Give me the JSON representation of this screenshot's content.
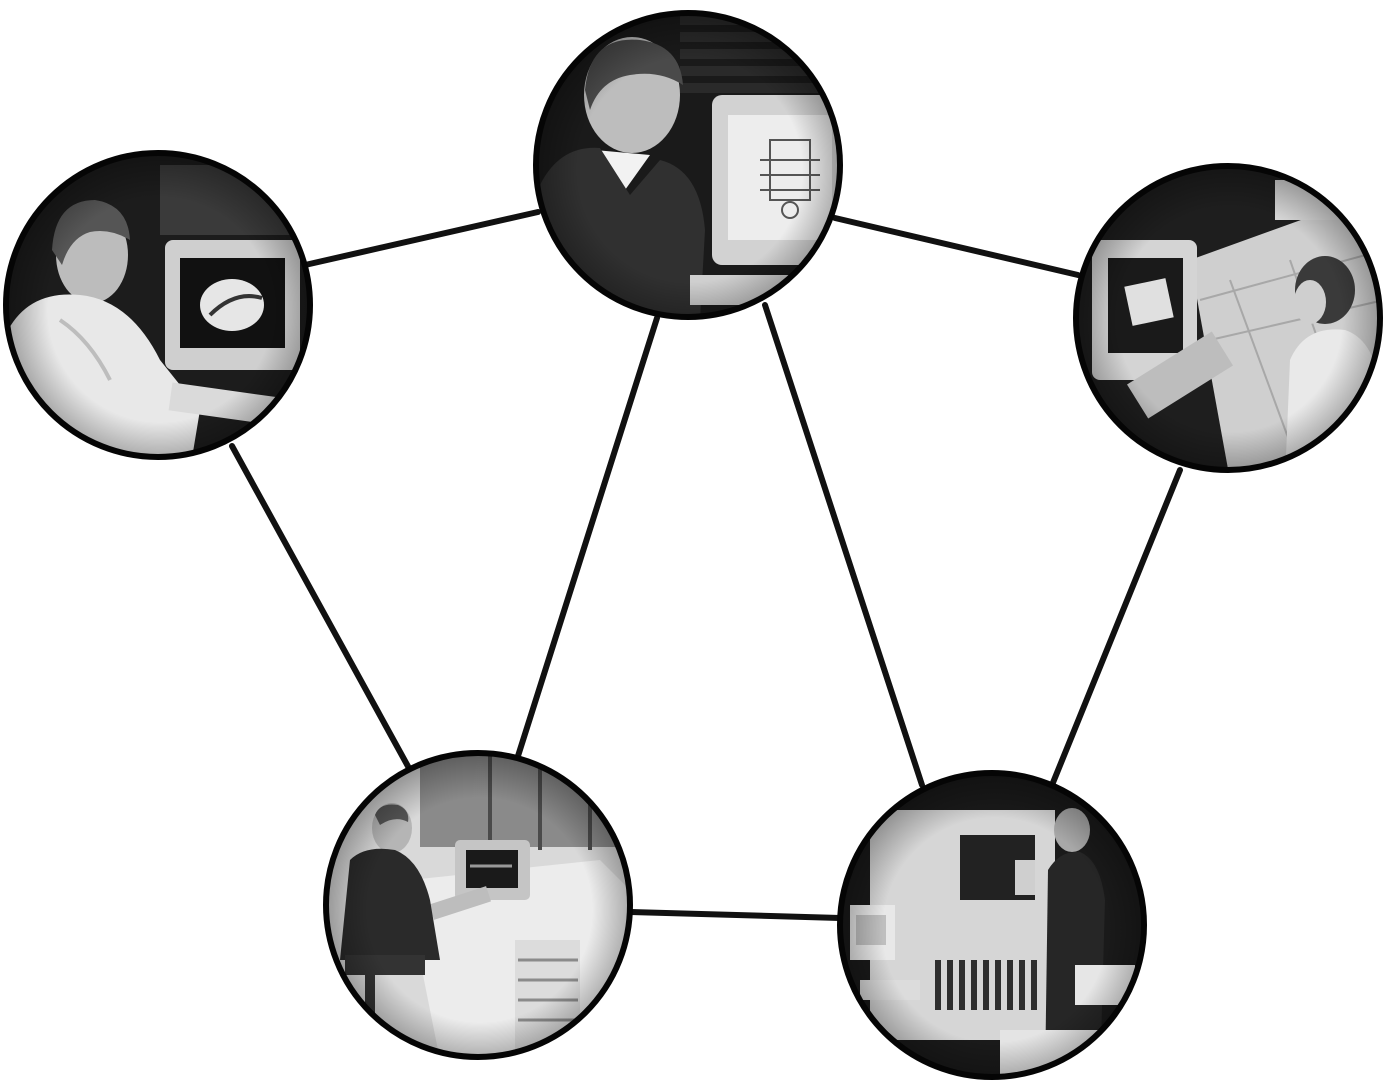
{
  "figure": {
    "description_free": true,
    "nodes": [
      {
        "id": "node-top-center",
        "scene": "engineer-at-cad-monitor-schematic"
      },
      {
        "id": "node-top-left",
        "scene": "engineer-at-monitor-graphic"
      },
      {
        "id": "node-top-right",
        "scene": "woman-at-terminal-keyboard"
      },
      {
        "id": "node-bottom-left",
        "scene": "man-at-desk-workstation"
      },
      {
        "id": "node-bottom-right",
        "scene": "man-at-mainframe-cabinet"
      }
    ],
    "links": [
      [
        "node-top-left",
        "node-top-center"
      ],
      [
        "node-top-center",
        "node-top-right"
      ],
      [
        "node-top-left",
        "node-bottom-left"
      ],
      [
        "node-top-center",
        "node-bottom-left"
      ],
      [
        "node-top-center",
        "node-bottom-right"
      ],
      [
        "node-top-right",
        "node-bottom-right"
      ],
      [
        "node-bottom-left",
        "node-bottom-right"
      ]
    ],
    "colors": {
      "background": "#ffffff",
      "link": "#111111",
      "node_border": "#050505",
      "photo_dark": "#161616",
      "photo_mid": "#6a6a6a",
      "photo_light": "#d8d8d8"
    }
  }
}
